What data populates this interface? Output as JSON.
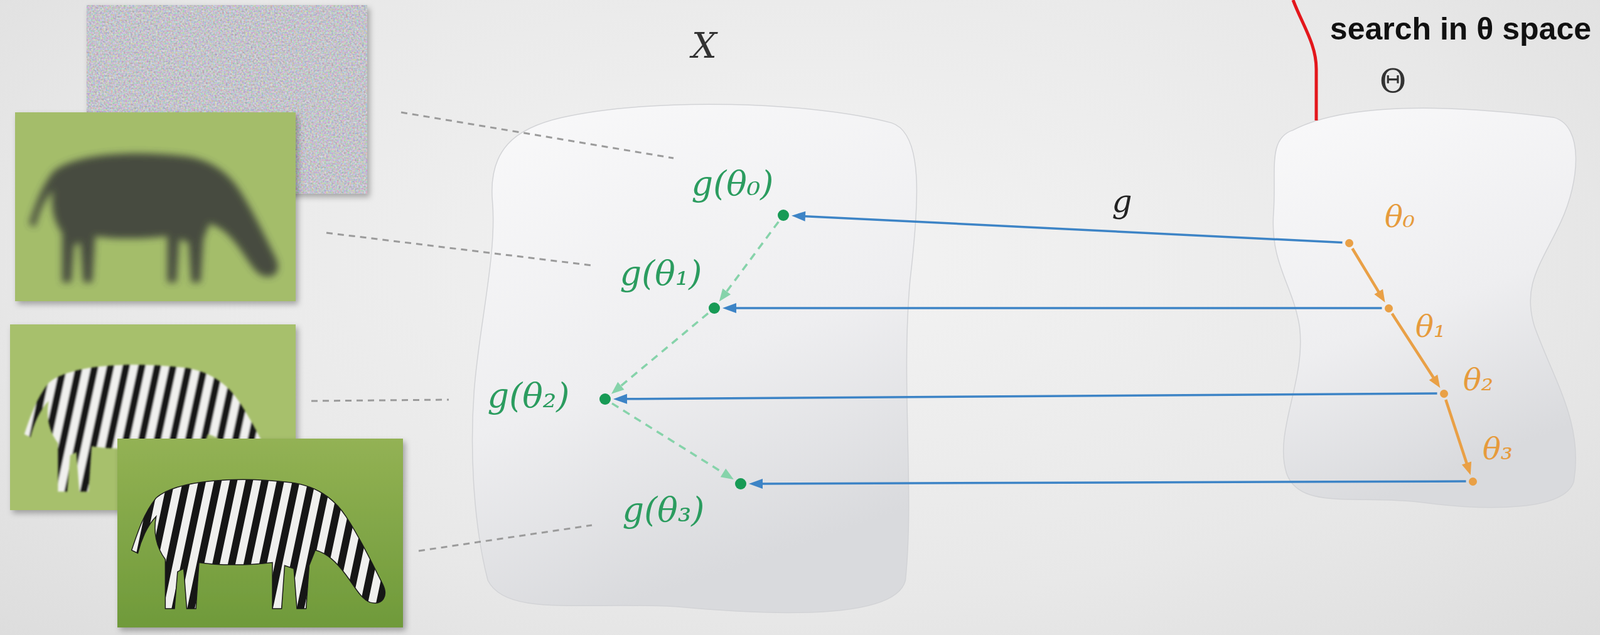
{
  "diagram": {
    "nodes": [
      {
        "text": [
          "X"
        ]
      },
      {
        "text": [
          "g(θ₀)"
        ],
        "in": 0
      },
      {
        "text": [
          "g(θ₁)"
        ],
        "in": 0
      },
      {
        "text": [
          "g(θ₂)"
        ],
        "in": 0
      },
      {
        "text": [
          "g(θ₃)"
        ],
        "in": 0
      },
      {
        "text": [
          "Θ"
        ]
      },
      {
        "text": [
          "θ₀"
        ],
        "in": 5
      },
      {
        "text": [
          "θ₁"
        ],
        "in": 5
      },
      {
        "text": [
          "θ₂"
        ],
        "in": 5
      },
      {
        "text": [
          "θ₃"
        ],
        "in": 5
      }
    ],
    "edges": [
      {
        "from": 1,
        "to": 2,
        "arrow": "to"
      },
      {
        "from": 2,
        "to": 3,
        "arrow": "to"
      },
      {
        "from": 3,
        "to": 4,
        "arrow": "to"
      },
      {
        "from": 6,
        "to": 7,
        "arrow": "to"
      },
      {
        "from": 7,
        "to": 8,
        "arrow": "to"
      },
      {
        "from": 8,
        "to": 9,
        "arrow": "to"
      },
      {
        "from": 6,
        "to": 1,
        "arrow": "to",
        "label": "g"
      },
      {
        "from": 7,
        "to": 2,
        "arrow": "to"
      },
      {
        "from": 8,
        "to": 3,
        "arrow": "to"
      },
      {
        "from": 9,
        "to": 4,
        "arrow": "to"
      }
    ],
    "labels": [
      "search in θ space"
    ]
  }
}
